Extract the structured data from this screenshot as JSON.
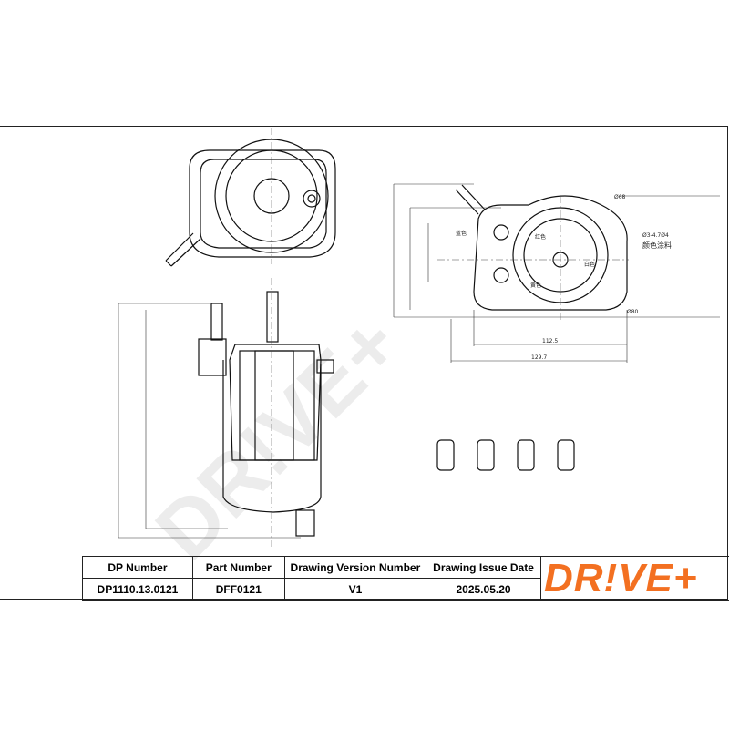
{
  "drawing": {
    "labels": {
      "blue": "蓝色",
      "red": "红色",
      "white": "白色",
      "yellow": "黄色",
      "paint": "颜色涂料",
      "thread": "Ø3-4.7Ø4",
      "dia_top": "Ø68",
      "dia_bottom": "Ø80",
      "dim_1": "112.5",
      "dim_2": "129.7"
    },
    "watermark": "DR!VE+"
  },
  "title_block": {
    "headers": [
      "DP Number",
      "Part Number",
      "Drawing Version Number",
      "Drawing Issue Date"
    ],
    "values": [
      "DP1110.13.0121",
      "DFF0121",
      "V1",
      "2025.05.20"
    ],
    "logo": "DR!VE+",
    "logo_color": "#f37021"
  }
}
